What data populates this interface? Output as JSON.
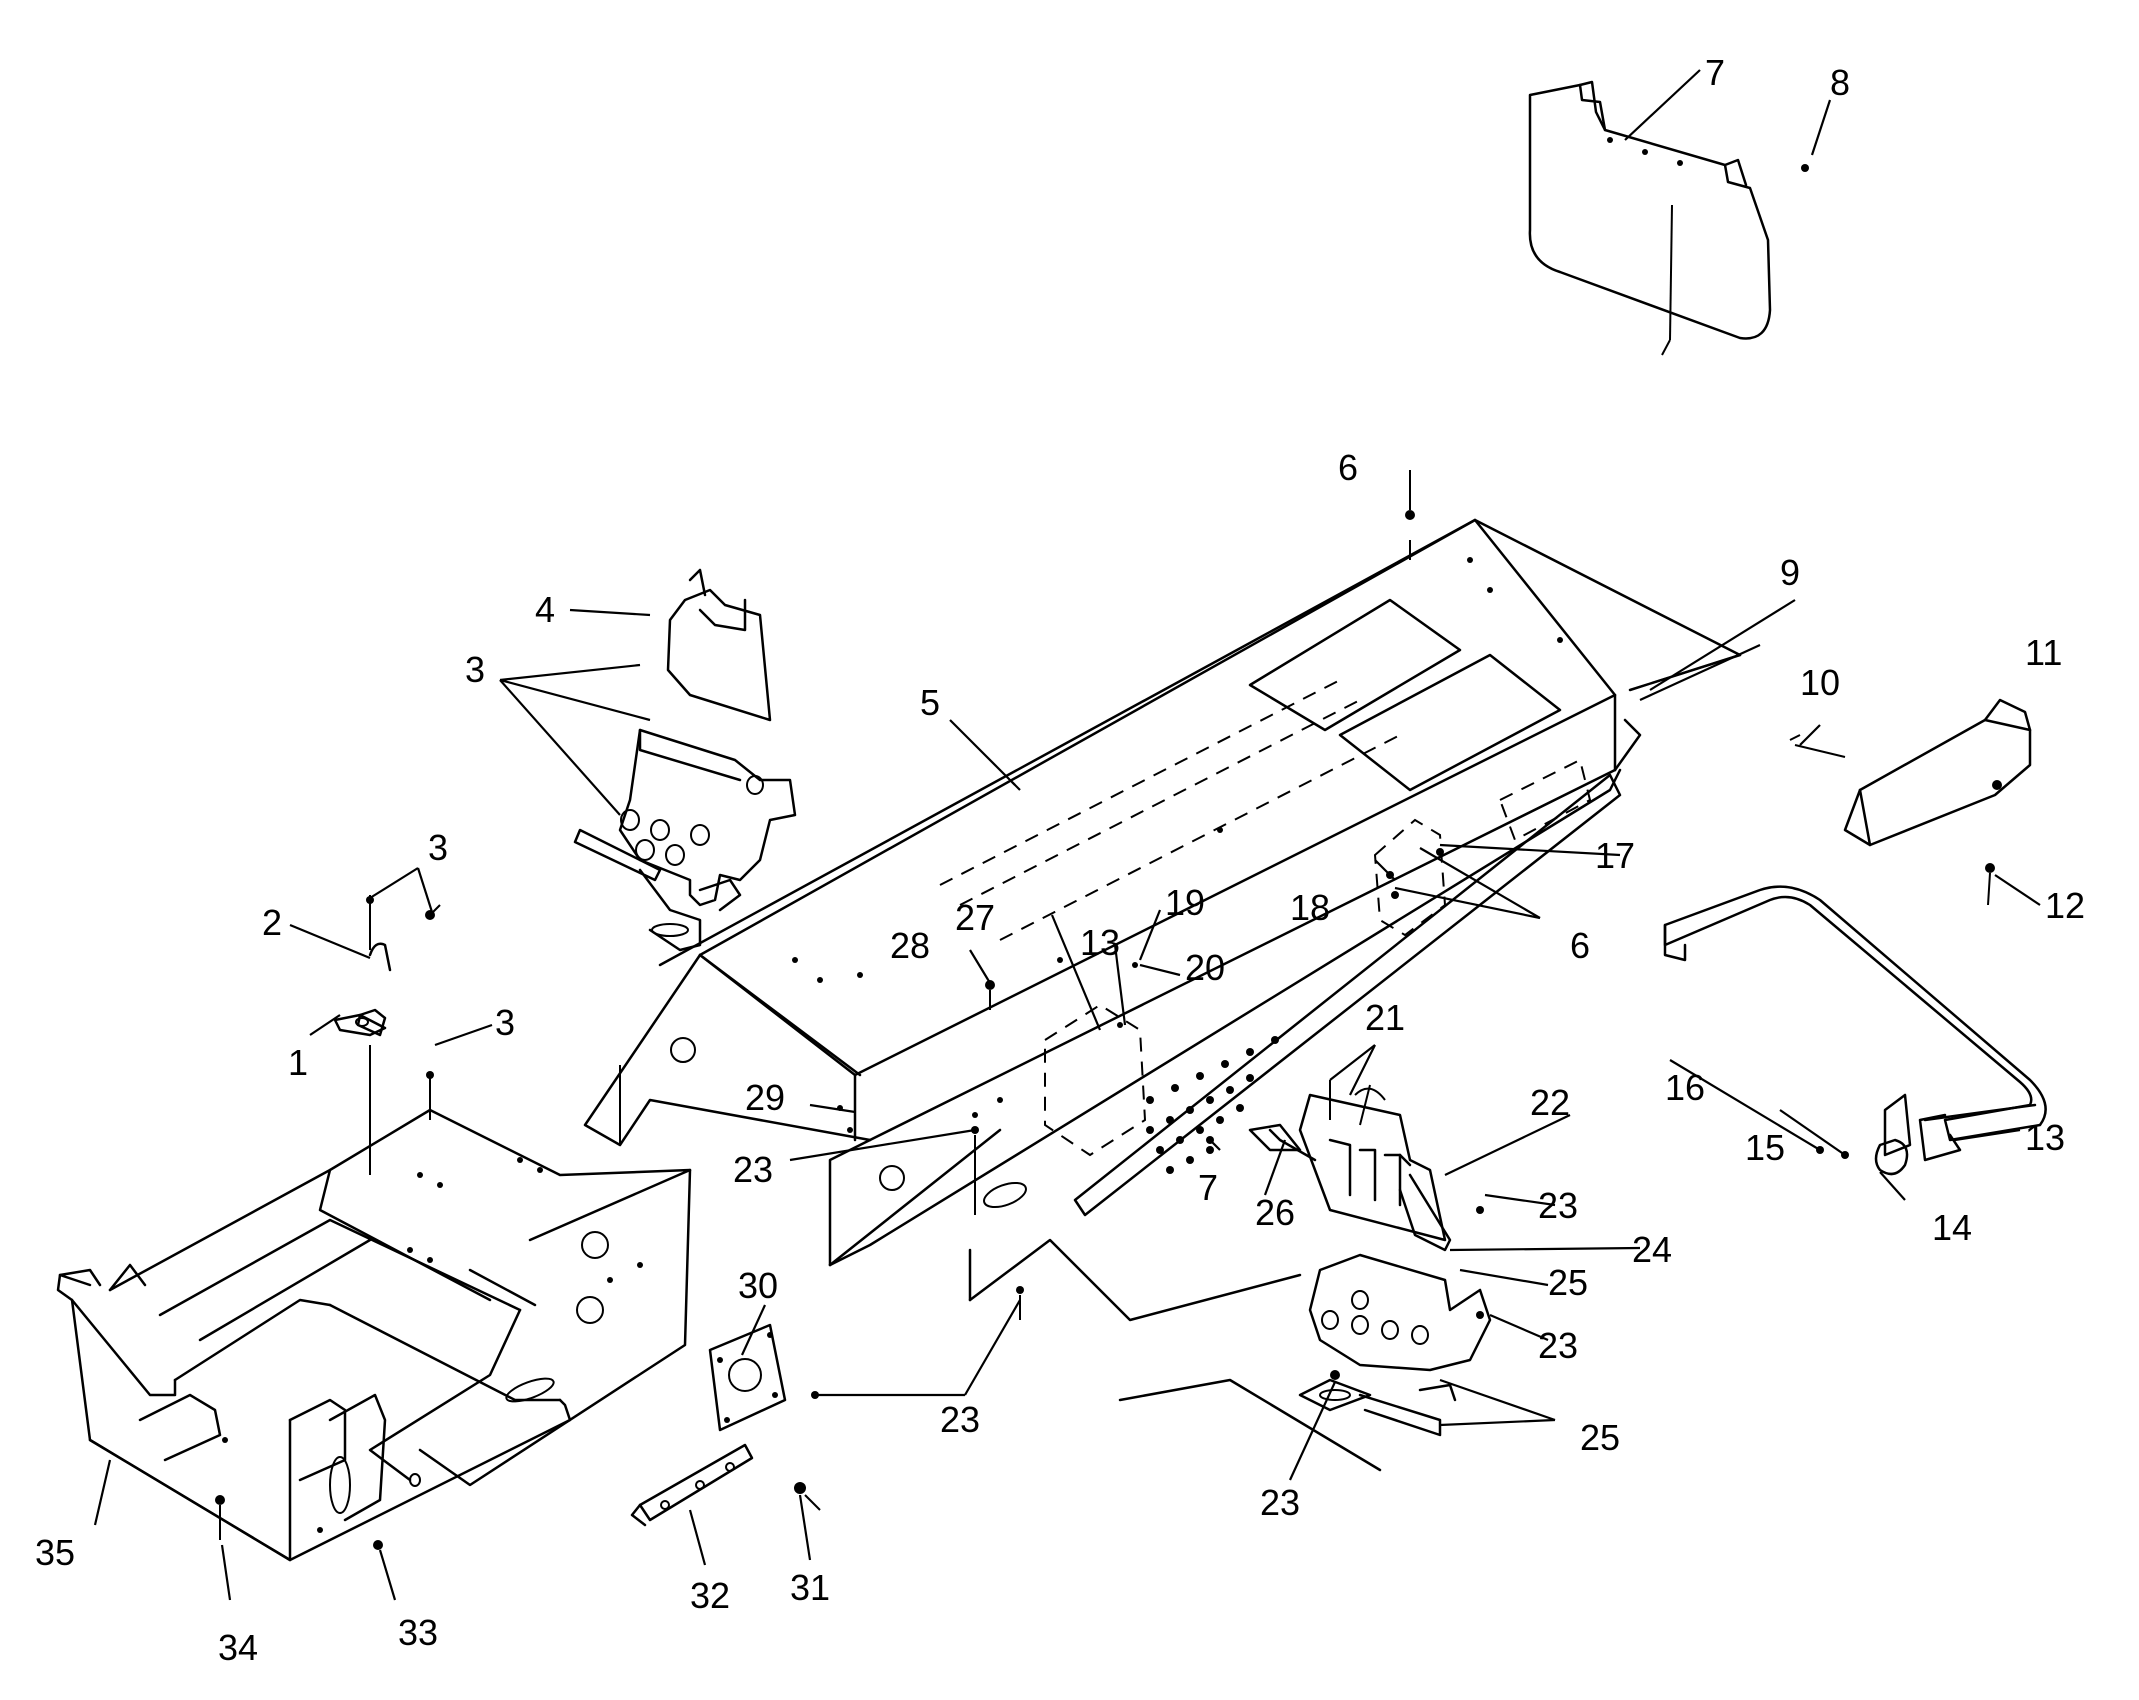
{
  "callouts": [
    {
      "id": "c1",
      "text": "1"
    },
    {
      "id": "c2",
      "text": "2"
    },
    {
      "id": "c3a",
      "text": "3"
    },
    {
      "id": "c3b",
      "text": "3"
    },
    {
      "id": "c3c",
      "text": "3"
    },
    {
      "id": "c4",
      "text": "4"
    },
    {
      "id": "c5",
      "text": "5"
    },
    {
      "id": "c6a",
      "text": "6"
    },
    {
      "id": "c6b",
      "text": "6"
    },
    {
      "id": "c7a",
      "text": "7"
    },
    {
      "id": "c7b",
      "text": "7"
    },
    {
      "id": "c8",
      "text": "8"
    },
    {
      "id": "c9",
      "text": "9"
    },
    {
      "id": "c10",
      "text": "10"
    },
    {
      "id": "c11",
      "text": "11"
    },
    {
      "id": "c12",
      "text": "12"
    },
    {
      "id": "c13a",
      "text": "13"
    },
    {
      "id": "c13b",
      "text": "13"
    },
    {
      "id": "c14",
      "text": "14"
    },
    {
      "id": "c15",
      "text": "15"
    },
    {
      "id": "c16",
      "text": "16"
    },
    {
      "id": "c17",
      "text": "17"
    },
    {
      "id": "c18",
      "text": "18"
    },
    {
      "id": "c19",
      "text": "19"
    },
    {
      "id": "c20",
      "text": "20"
    },
    {
      "id": "c21",
      "text": "21"
    },
    {
      "id": "c22",
      "text": "22"
    },
    {
      "id": "c23a",
      "text": "23"
    },
    {
      "id": "c23b",
      "text": "23"
    },
    {
      "id": "c23c",
      "text": "23"
    },
    {
      "id": "c23d",
      "text": "23"
    },
    {
      "id": "c23e",
      "text": "23"
    },
    {
      "id": "c24",
      "text": "24"
    },
    {
      "id": "c25a",
      "text": "25"
    },
    {
      "id": "c25b",
      "text": "25"
    },
    {
      "id": "c26",
      "text": "26"
    },
    {
      "id": "c27",
      "text": "27"
    },
    {
      "id": "c28",
      "text": "28"
    },
    {
      "id": "c29",
      "text": "29"
    },
    {
      "id": "c30",
      "text": "30"
    },
    {
      "id": "c31",
      "text": "31"
    },
    {
      "id": "c32",
      "text": "32"
    },
    {
      "id": "c33",
      "text": "33"
    },
    {
      "id": "c34",
      "text": "34"
    },
    {
      "id": "c35",
      "text": "35"
    }
  ]
}
